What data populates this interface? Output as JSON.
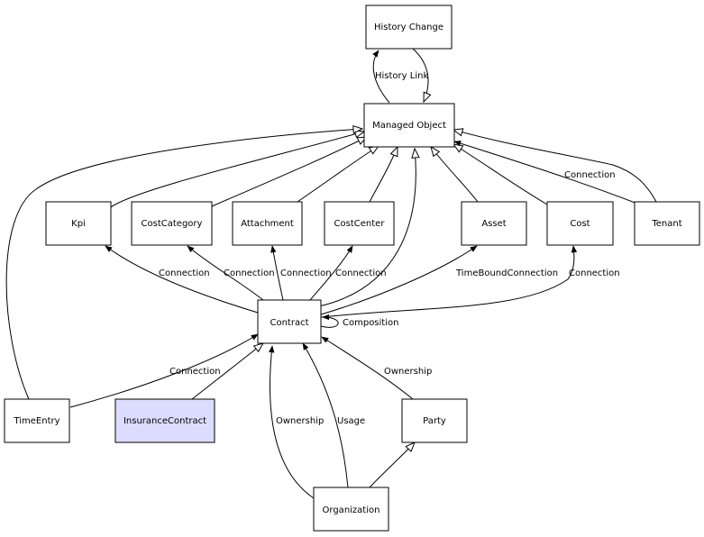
{
  "colors": {
    "default_fill": "#ffffff",
    "highlight_fill": "#dcdcff",
    "line": "#000000"
  },
  "nodes": {
    "history_change": "History Change",
    "managed_object": "Managed Object",
    "kpi": "Kpi",
    "cost_category": "CostCategory",
    "attachment": "Attachment",
    "cost_center": "CostCenter",
    "asset": "Asset",
    "cost": "Cost",
    "tenant": "Tenant",
    "contract": "Contract",
    "time_entry": "TimeEntry",
    "insurance_contract": "InsuranceContract",
    "party": "Party",
    "organization": "Organization"
  },
  "edge_labels": {
    "history_link": "History Link",
    "tenant_connection": "Connection",
    "kpi_connection": "Connection",
    "cost_category_connection": "Connection",
    "attachment_connection": "Connection",
    "cost_center_connection": "Connection",
    "asset_time_bound_connection": "TimeBoundConnection",
    "cost_connection": "Connection",
    "composition": "Composition",
    "time_entry_connection": "Connection",
    "party_ownership": "Ownership",
    "organization_ownership": "Ownership",
    "organization_usage": "Usage"
  }
}
